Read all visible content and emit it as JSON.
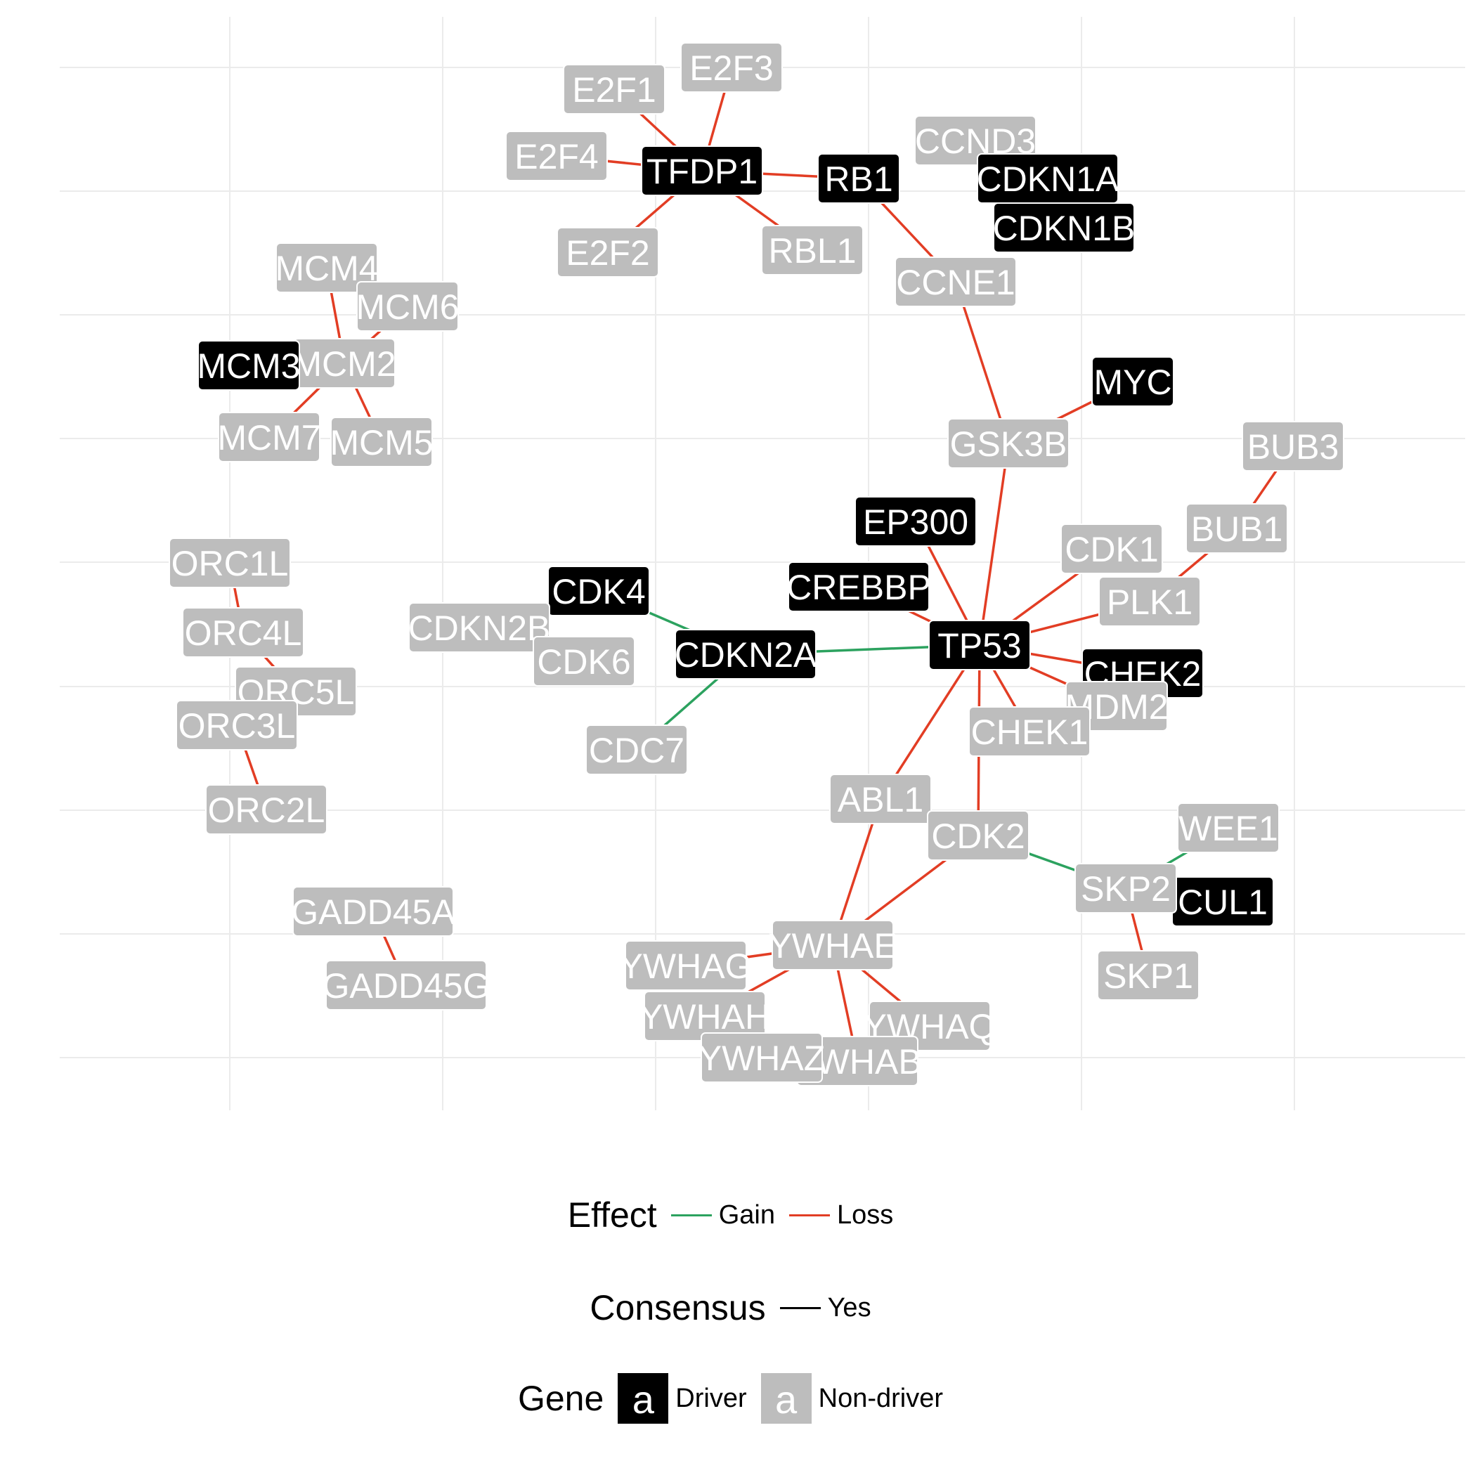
{
  "colors": {
    "gain": "#2ca25f",
    "loss": "#e23d24",
    "consensus": "#000000",
    "driver_fill": "#000000",
    "non_driver_fill": "#bdbdbd",
    "label_text": "#ffffff",
    "grid": "#ebebeb"
  },
  "nodes": [
    {
      "id": "E2F3",
      "type": "non-driver"
    },
    {
      "id": "E2F1",
      "type": "non-driver"
    },
    {
      "id": "E2F4",
      "type": "non-driver"
    },
    {
      "id": "TFDP1",
      "type": "driver"
    },
    {
      "id": "E2F2",
      "type": "non-driver"
    },
    {
      "id": "RBL1",
      "type": "non-driver"
    },
    {
      "id": "RB1",
      "type": "driver"
    },
    {
      "id": "CCND3",
      "type": "non-driver"
    },
    {
      "id": "CDKN1A",
      "type": "driver"
    },
    {
      "id": "CDKN1B",
      "type": "driver"
    },
    {
      "id": "CCNE1",
      "type": "non-driver"
    },
    {
      "id": "MCM4",
      "type": "non-driver"
    },
    {
      "id": "MCM6",
      "type": "non-driver"
    },
    {
      "id": "MCM2",
      "type": "non-driver"
    },
    {
      "id": "MCM3",
      "type": "driver"
    },
    {
      "id": "MCM7",
      "type": "non-driver"
    },
    {
      "id": "MCM5",
      "type": "non-driver"
    },
    {
      "id": "MYC",
      "type": "driver"
    },
    {
      "id": "GSK3B",
      "type": "non-driver"
    },
    {
      "id": "BUB3",
      "type": "non-driver"
    },
    {
      "id": "BUB1",
      "type": "non-driver"
    },
    {
      "id": "EP300",
      "type": "driver"
    },
    {
      "id": "CDK1",
      "type": "non-driver"
    },
    {
      "id": "CREBBP",
      "type": "driver"
    },
    {
      "id": "PLK1",
      "type": "non-driver"
    },
    {
      "id": "TP53",
      "type": "driver"
    },
    {
      "id": "CHEK2",
      "type": "driver"
    },
    {
      "id": "MDM2",
      "type": "non-driver"
    },
    {
      "id": "CHEK1",
      "type": "non-driver"
    },
    {
      "id": "ORC1L",
      "type": "non-driver"
    },
    {
      "id": "ORC4L",
      "type": "non-driver"
    },
    {
      "id": "ORC5L",
      "type": "non-driver"
    },
    {
      "id": "ORC3L",
      "type": "non-driver"
    },
    {
      "id": "ORC2L",
      "type": "non-driver"
    },
    {
      "id": "CDK4",
      "type": "driver"
    },
    {
      "id": "CDKN2B",
      "type": "non-driver"
    },
    {
      "id": "CDK6",
      "type": "non-driver"
    },
    {
      "id": "CDKN2A",
      "type": "driver"
    },
    {
      "id": "CDC7",
      "type": "non-driver"
    },
    {
      "id": "ABL1",
      "type": "non-driver"
    },
    {
      "id": "CDK2",
      "type": "non-driver"
    },
    {
      "id": "WEE1",
      "type": "non-driver"
    },
    {
      "id": "CUL1",
      "type": "driver"
    },
    {
      "id": "SKP2",
      "type": "non-driver"
    },
    {
      "id": "SKP1",
      "type": "non-driver"
    },
    {
      "id": "GADD45A",
      "type": "non-driver"
    },
    {
      "id": "GADD45G",
      "type": "non-driver"
    },
    {
      "id": "YWHAE",
      "type": "non-driver"
    },
    {
      "id": "YWHAG",
      "type": "non-driver"
    },
    {
      "id": "YWHAH",
      "type": "non-driver"
    },
    {
      "id": "YWHAQ",
      "type": "non-driver"
    },
    {
      "id": "YWHAB",
      "type": "non-driver"
    },
    {
      "id": "YWHAZ",
      "type": "non-driver"
    }
  ],
  "edges": [
    {
      "source": "TFDP1",
      "target": "E2F1",
      "effect": "Loss"
    },
    {
      "source": "TFDP1",
      "target": "E2F3",
      "effect": "Loss"
    },
    {
      "source": "TFDP1",
      "target": "E2F4",
      "effect": "Loss"
    },
    {
      "source": "TFDP1",
      "target": "E2F2",
      "effect": "Loss"
    },
    {
      "source": "TFDP1",
      "target": "RBL1",
      "effect": "Loss"
    },
    {
      "source": "TFDP1",
      "target": "RB1",
      "effect": "Loss"
    },
    {
      "source": "RB1",
      "target": "CCNE1",
      "effect": "Loss"
    },
    {
      "source": "CCNE1",
      "target": "GSK3B",
      "effect": "Loss"
    },
    {
      "source": "GSK3B",
      "target": "MYC",
      "effect": "Loss"
    },
    {
      "source": "GSK3B",
      "target": "TP53",
      "effect": "Loss"
    },
    {
      "source": "MCM2",
      "target": "MCM4",
      "effect": "Loss"
    },
    {
      "source": "MCM2",
      "target": "MCM6",
      "effect": "Loss"
    },
    {
      "source": "MCM2",
      "target": "MCM7",
      "effect": "Loss"
    },
    {
      "source": "MCM2",
      "target": "MCM5",
      "effect": "Loss"
    },
    {
      "source": "BUB1",
      "target": "BUB3",
      "effect": "Loss"
    },
    {
      "source": "BUB1",
      "target": "PLK1",
      "effect": "Loss"
    },
    {
      "source": "TP53",
      "target": "EP300",
      "effect": "Loss"
    },
    {
      "source": "TP53",
      "target": "CREBBP",
      "effect": "Loss"
    },
    {
      "source": "TP53",
      "target": "CDK1",
      "effect": "Loss"
    },
    {
      "source": "TP53",
      "target": "PLK1",
      "effect": "Loss"
    },
    {
      "source": "TP53",
      "target": "CHEK2",
      "effect": "Loss"
    },
    {
      "source": "TP53",
      "target": "MDM2",
      "effect": "Loss"
    },
    {
      "source": "TP53",
      "target": "CHEK1",
      "effect": "Loss"
    },
    {
      "source": "TP53",
      "target": "CDK2",
      "effect": "Loss"
    },
    {
      "source": "TP53",
      "target": "ABL1",
      "effect": "Loss"
    },
    {
      "source": "TP53",
      "target": "CDKN2A",
      "effect": "Gain"
    },
    {
      "source": "CDKN2A",
      "target": "CDK4",
      "effect": "Gain"
    },
    {
      "source": "CDKN2A",
      "target": "CDC7",
      "effect": "Gain"
    },
    {
      "source": "ORC1L",
      "target": "ORC4L",
      "effect": "Loss"
    },
    {
      "source": "ORC4L",
      "target": "ORC5L",
      "effect": "Loss"
    },
    {
      "source": "ORC3L",
      "target": "ORC2L",
      "effect": "Loss"
    },
    {
      "source": "CDK2",
      "target": "SKP2",
      "effect": "Gain"
    },
    {
      "source": "CDK2",
      "target": "YWHAE",
      "effect": "Loss"
    },
    {
      "source": "SKP2",
      "target": "WEE1",
      "effect": "Gain"
    },
    {
      "source": "SKP2",
      "target": "SKP1",
      "effect": "Loss"
    },
    {
      "source": "ABL1",
      "target": "YWHAE",
      "effect": "Loss"
    },
    {
      "source": "YWHAE",
      "target": "YWHAG",
      "effect": "Loss"
    },
    {
      "source": "YWHAE",
      "target": "YWHAH",
      "effect": "Loss"
    },
    {
      "source": "YWHAE",
      "target": "YWHAQ",
      "effect": "Loss"
    },
    {
      "source": "YWHAE",
      "target": "YWHAB",
      "effect": "Loss"
    },
    {
      "source": "GADD45A",
      "target": "GADD45G",
      "effect": "Loss"
    }
  ],
  "legend": {
    "effect": {
      "title": "Effect",
      "gain_label": "Gain",
      "loss_label": "Loss"
    },
    "consensus": {
      "title": "Consensus",
      "yes_label": "Yes"
    },
    "gene": {
      "title": "Gene",
      "key_glyph": "a",
      "driver_label": "Driver",
      "non_driver_label": "Non-driver"
    }
  }
}
